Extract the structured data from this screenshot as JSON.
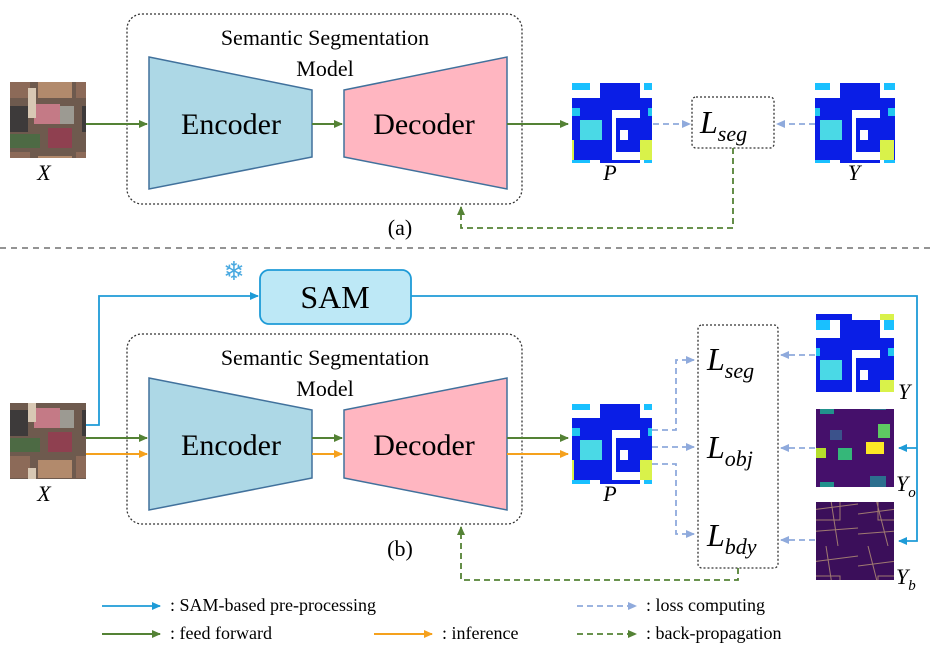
{
  "colors": {
    "sam_blue": "#1e9bd7",
    "feed_green": "#548235",
    "inference_orange": "#f5a11d",
    "loss_dash": "#8faadc",
    "backprop_green": "#548235",
    "encoder_fill": "#add8e6",
    "decoder_fill": "#ffb6c1",
    "sam_fill": "#bde8f6"
  },
  "part_a": {
    "model_title_line1": "Semantic Segmentation",
    "model_title_line2": "Model",
    "encoder_label": "Encoder",
    "decoder_label": "Decoder",
    "input_label": "X",
    "pred_label": "P",
    "gt_label": "Y",
    "loss_main": "L",
    "loss_sub": "seg",
    "caption": "(a)"
  },
  "part_b": {
    "sam_label": "SAM",
    "model_title_line1": "Semantic Segmentation",
    "model_title_line2": "Model",
    "encoder_label": "Encoder",
    "decoder_label": "Decoder",
    "input_label": "X",
    "pred_label": "P",
    "losses": [
      {
        "main": "L",
        "sub": "seg"
      },
      {
        "main": "L",
        "sub": "obj"
      },
      {
        "main": "L",
        "sub": "bdy"
      }
    ],
    "targets": [
      {
        "main": "Y",
        "sub": ""
      },
      {
        "main": "Y",
        "sub": "o"
      },
      {
        "main": "Y",
        "sub": "b"
      }
    ],
    "caption": "(b)"
  },
  "legend": [
    {
      "label": ": SAM-based pre-processing",
      "style": "sam"
    },
    {
      "label": ": loss computing",
      "style": "loss"
    },
    {
      "label": ": feed forward",
      "style": "feed"
    },
    {
      "label": ": inference",
      "style": "inference"
    },
    {
      "label": ": back-propagation",
      "style": "backprop"
    }
  ],
  "snowflake": "❄"
}
